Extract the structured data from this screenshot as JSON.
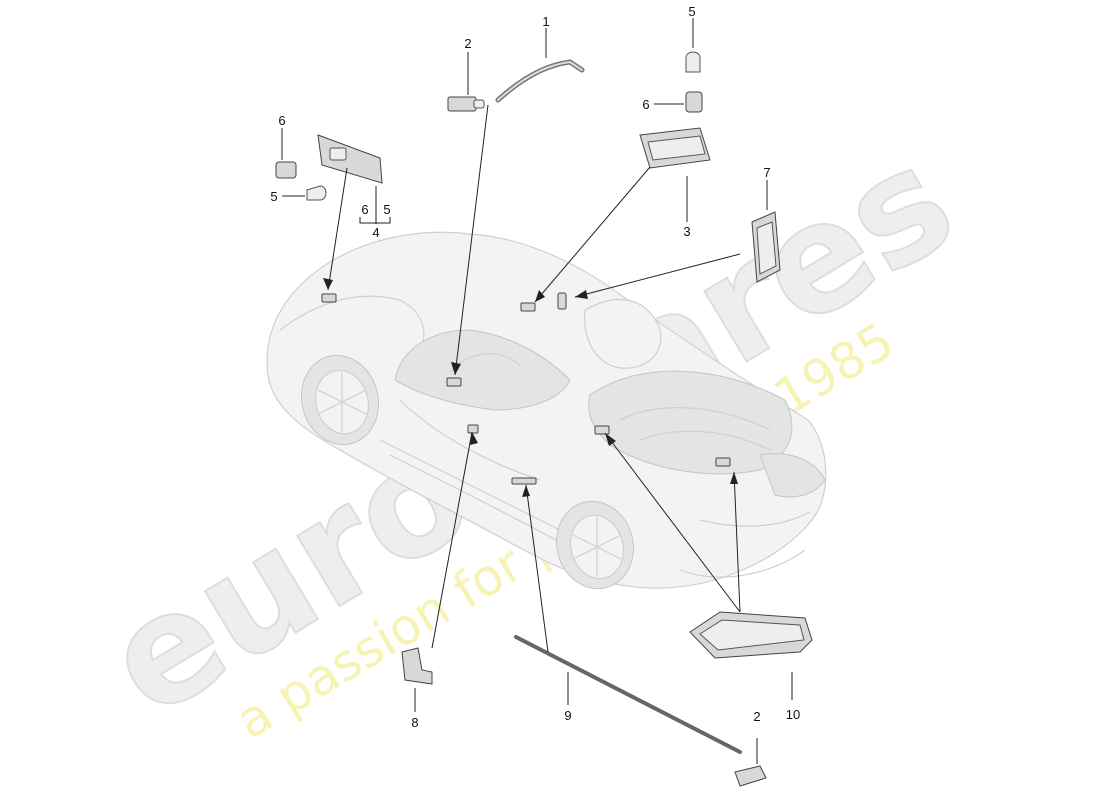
{
  "watermark": {
    "brand": "eurospares",
    "tagline": "a passion for parts since 1985"
  },
  "callouts": [
    {
      "id": "c1",
      "label": "1"
    },
    {
      "id": "c2a",
      "label": "2"
    },
    {
      "id": "c5a",
      "label": "5"
    },
    {
      "id": "c6a",
      "label": "6"
    },
    {
      "id": "c6b",
      "label": "6"
    },
    {
      "id": "c5b",
      "label": "5"
    },
    {
      "id": "c6c",
      "label": "6"
    },
    {
      "id": "c5c",
      "label": "5"
    },
    {
      "id": "c4",
      "label": "4"
    },
    {
      "id": "c3",
      "label": "3"
    },
    {
      "id": "c7",
      "label": "7"
    },
    {
      "id": "c8",
      "label": "8"
    },
    {
      "id": "c9",
      "label": "9"
    },
    {
      "id": "c2b",
      "label": "2"
    },
    {
      "id": "c10",
      "label": "10"
    }
  ]
}
